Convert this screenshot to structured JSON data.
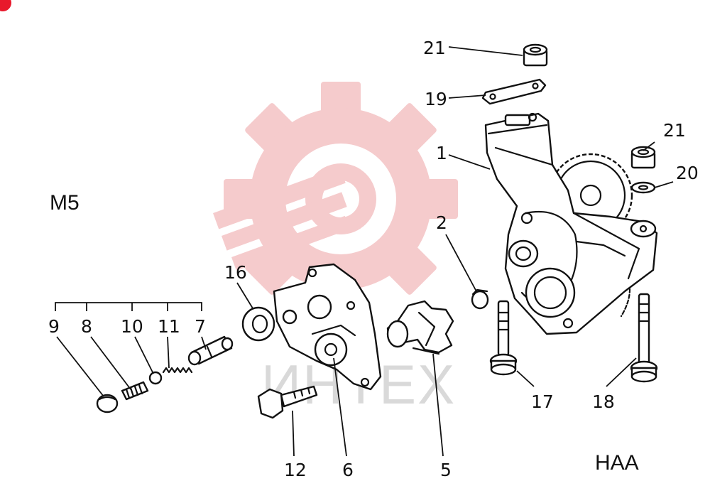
{
  "corner_mark": "",
  "model_code": "M5",
  "variant_code": "HAA",
  "watermark": {
    "text": "ИНТЕХ",
    "color": "#e84a4a",
    "icon": "gear-wrench-icon"
  },
  "callouts": {
    "p1": "1",
    "p2": "2",
    "p5": "5",
    "p6": "6",
    "p7": "7",
    "p8": "8",
    "p9": "9",
    "p10": "10",
    "p11": "11",
    "p12": "12",
    "p16": "16",
    "p17": "17",
    "p18": "18",
    "p19": "19",
    "p20": "20",
    "p21a": "21",
    "p21b": "21"
  }
}
